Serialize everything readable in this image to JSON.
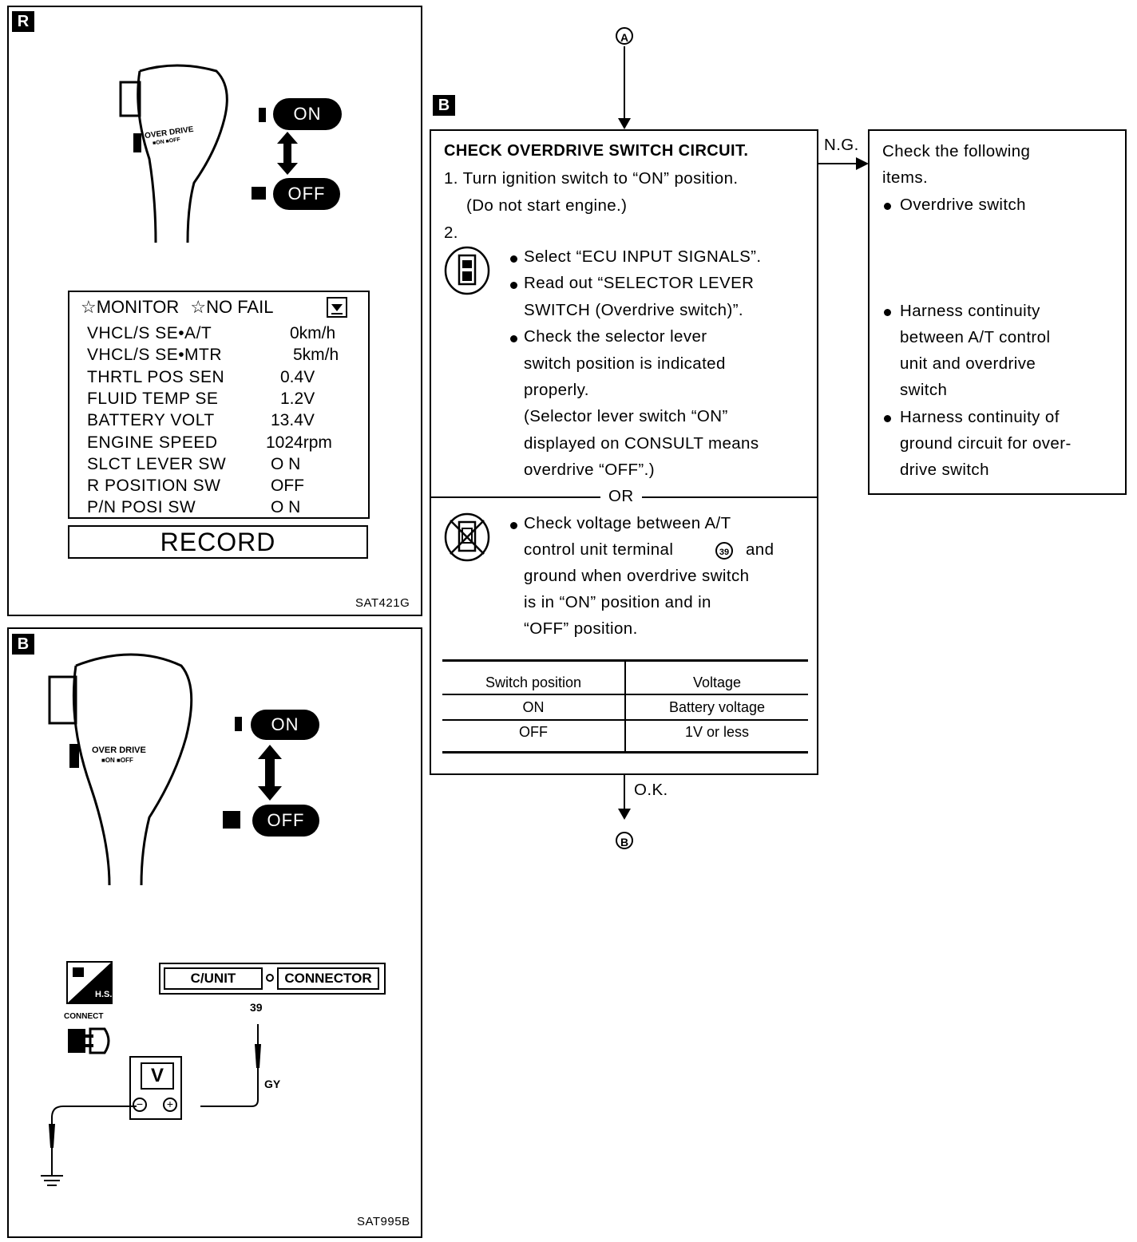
{
  "left_top": {
    "badge": "R",
    "on_label": "ON",
    "off_label": "OFF",
    "knob_text_1": "OVER DRIVE",
    "knob_text_2": "■ON ■OFF",
    "monitor": {
      "header_1": "MONITOR",
      "header_2": "NO FAIL",
      "rows": [
        {
          "label": "VHCL/S SE•A/T",
          "value": "0km/h"
        },
        {
          "label": "VHCL/S SE•MTR",
          "value": "5km/h"
        },
        {
          "label": "THRTL POS SEN",
          "value": "0.4V"
        },
        {
          "label": "FLUID TEMP SE",
          "value": "1.2V"
        },
        {
          "label": "BATTERY VOLT",
          "value": "13.4V"
        },
        {
          "label": "ENGINE SPEED",
          "value": "1024rpm"
        },
        {
          "label": "SLCT LEVER SW",
          "value": "O N"
        },
        {
          "label": "R POSITION SW",
          "value": "OFF"
        },
        {
          "label": "P/N POSI SW",
          "value": "O N"
        }
      ],
      "record_button": "RECORD"
    },
    "code": "SAT421G"
  },
  "left_bottom": {
    "badge": "B",
    "on_label": "ON",
    "off_label": "OFF",
    "knob_text_1": "OVER DRIVE",
    "knob_text_2": "■ON ■OFF",
    "hs_label": "H.S.",
    "connect_label": "CONNECT",
    "cunit_label": "C/UNIT",
    "connector_label": "CONNECTOR",
    "terminal": "39",
    "wire_color": "GY",
    "meter_label": "V",
    "code": "SAT995B"
  },
  "flow": {
    "top_marker": "A",
    "bottom_marker": "B",
    "badge": "B",
    "ng_label": "N.G.",
    "ok_label": "O.K.",
    "title": "CHECK OVERDRIVE SWITCH CIRCUIT.",
    "step1": "1. Turn ignition switch to “ON” position.",
    "step1_note": "(Do not start engine.)",
    "step2": "2.",
    "consult_lines": [
      "Select “ECU INPUT SIGNALS”.",
      "Read out “SELECTOR LEVER",
      "SWITCH (Overdrive switch)”.",
      "Check the selector lever",
      "switch position is indicated",
      "properly.",
      "(Selector lever switch “ON”",
      "displayed on CONSULT means",
      "overdrive “OFF”.)"
    ],
    "or_label": "OR",
    "tester_lines": [
      "Check voltage between A/T",
      "control unit terminal",
      "and",
      "ground when overdrive switch",
      "is in “ON” position and in",
      "“OFF” position."
    ],
    "terminal_circled": "39",
    "table": {
      "headers": [
        "Switch position",
        "Voltage"
      ],
      "rows": [
        [
          "ON",
          "Battery voltage"
        ],
        [
          "OFF",
          "1V or less"
        ]
      ]
    },
    "ng_box": {
      "lines": [
        "Check the following",
        "items."
      ],
      "item1": "Overdrive switch",
      "item2": [
        "Harness continuity",
        "between A/T control",
        "unit and overdrive",
        "switch"
      ],
      "item3": [
        "Harness continuity of",
        "ground circuit for over-",
        "drive switch"
      ]
    }
  }
}
